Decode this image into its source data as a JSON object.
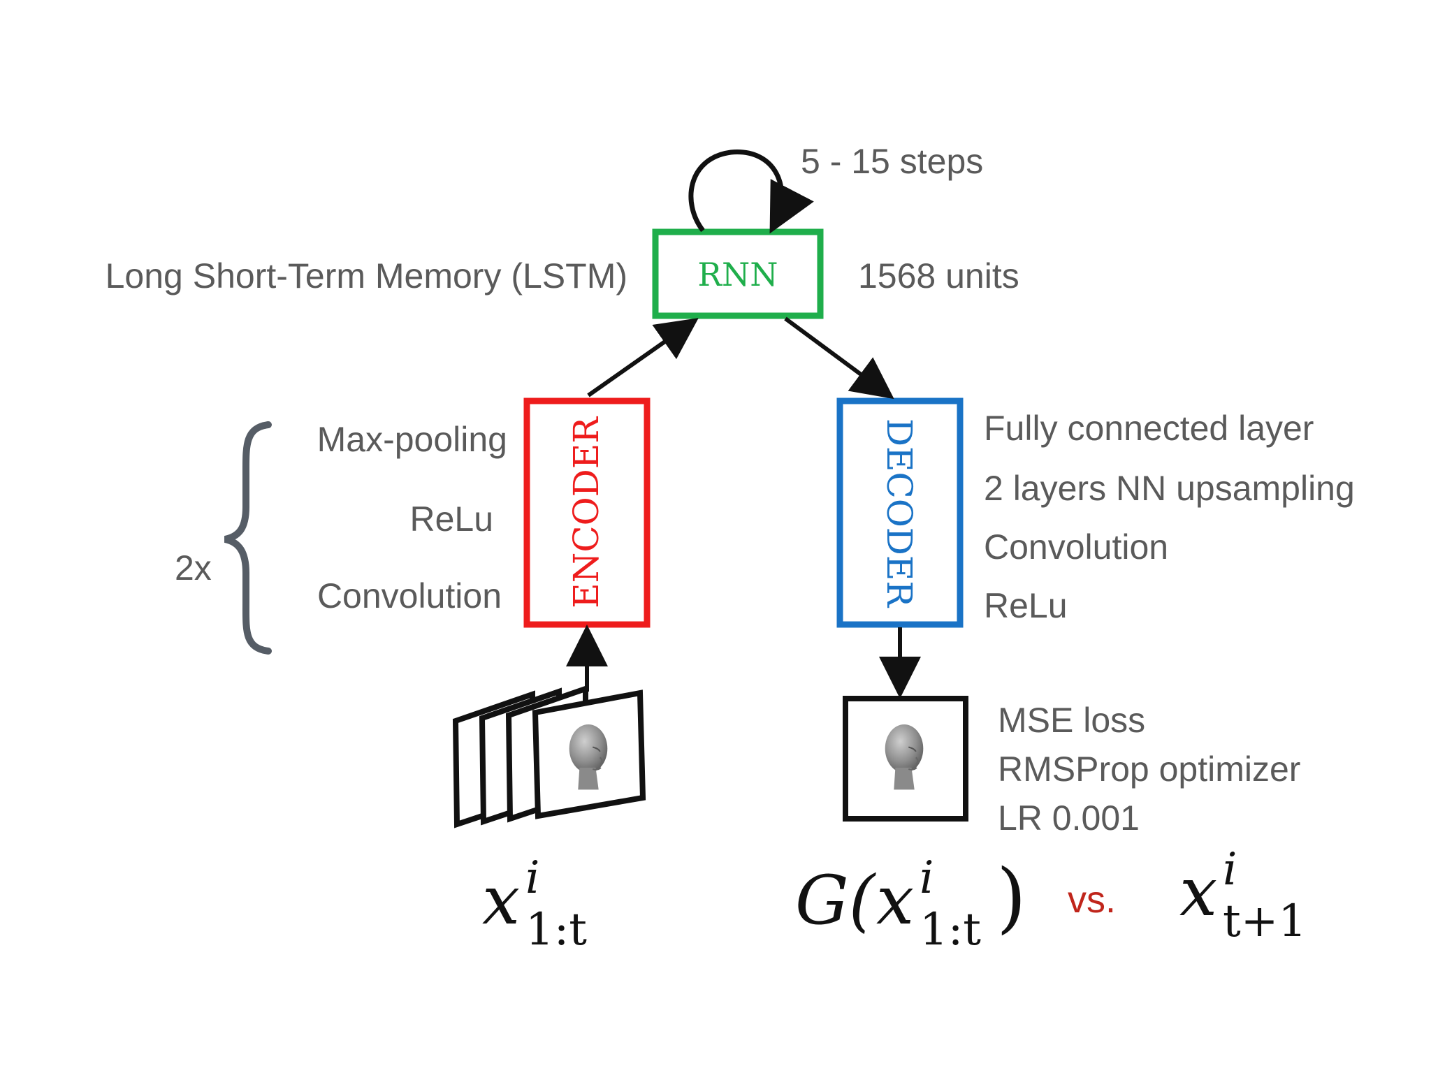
{
  "colors": {
    "text_gray": "#5a5a5a",
    "rnn": "#1fae4b",
    "encoder": "#ee1c1c",
    "decoder": "#1a73c6",
    "vs": "#c0251b",
    "arrow": "#111111"
  },
  "rnn": {
    "label": "RNN",
    "left_label": "Long Short-Term Memory (LSTM)",
    "right_label": "1568 units",
    "loop_label": "5 - 15 steps"
  },
  "encoder": {
    "label": "ENCODER",
    "layers": [
      "Max-pooling",
      "ReLu",
      "Convolution"
    ],
    "repeat_label": "2x"
  },
  "decoder": {
    "label": "DECODER",
    "layers": [
      "Fully connected layer",
      "2 layers NN upsampling",
      "Convolution",
      "ReLu"
    ]
  },
  "training": {
    "loss": "MSE loss",
    "optimizer": "RMSProp optimizer",
    "lr": "LR 0.001"
  },
  "math": {
    "input_base": "x",
    "input_sup": "i",
    "input_sub": "1:t",
    "output_func": "G(",
    "output_base": "x",
    "output_sup": "i",
    "output_sub": "1:t",
    "output_close": ")",
    "vs": "vs.",
    "target_base": "x",
    "target_sup": "i",
    "target_sub": "t+1"
  },
  "icons": {
    "input_frames": "stacked-face-frames-icon",
    "output_frame": "face-frame-icon"
  }
}
